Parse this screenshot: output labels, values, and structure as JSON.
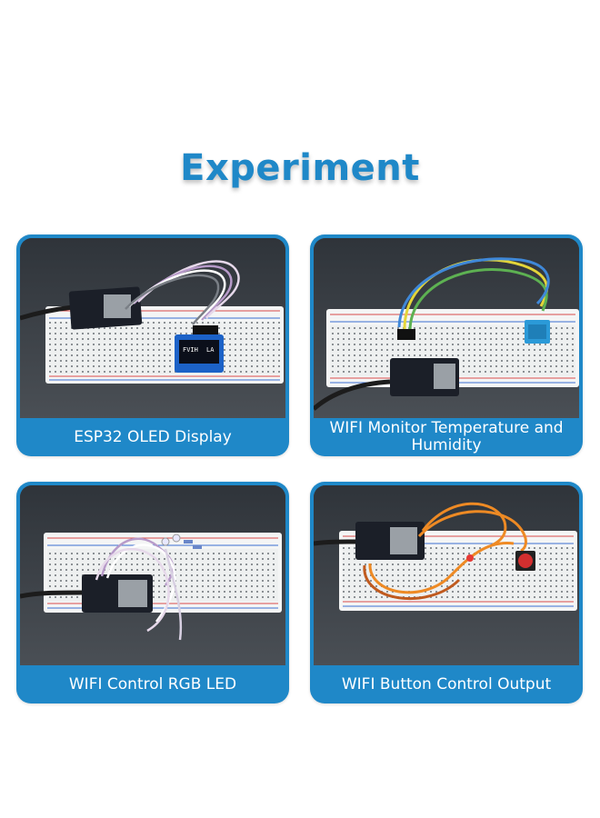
{
  "title": "Experiment",
  "cards": [
    {
      "caption": "ESP32 OLED Display",
      "oled_text_left": "FVIH",
      "oled_text_right": "LA"
    },
    {
      "caption": "WIFI Monitor Temperature and Humidity"
    },
    {
      "caption": "WIFI Control RGB LED"
    },
    {
      "caption": "WIFI Button Control Output"
    }
  ],
  "colors": {
    "accent": "#1f88c8",
    "background": "#ffffff",
    "photo_bg": "#3a3f45"
  }
}
